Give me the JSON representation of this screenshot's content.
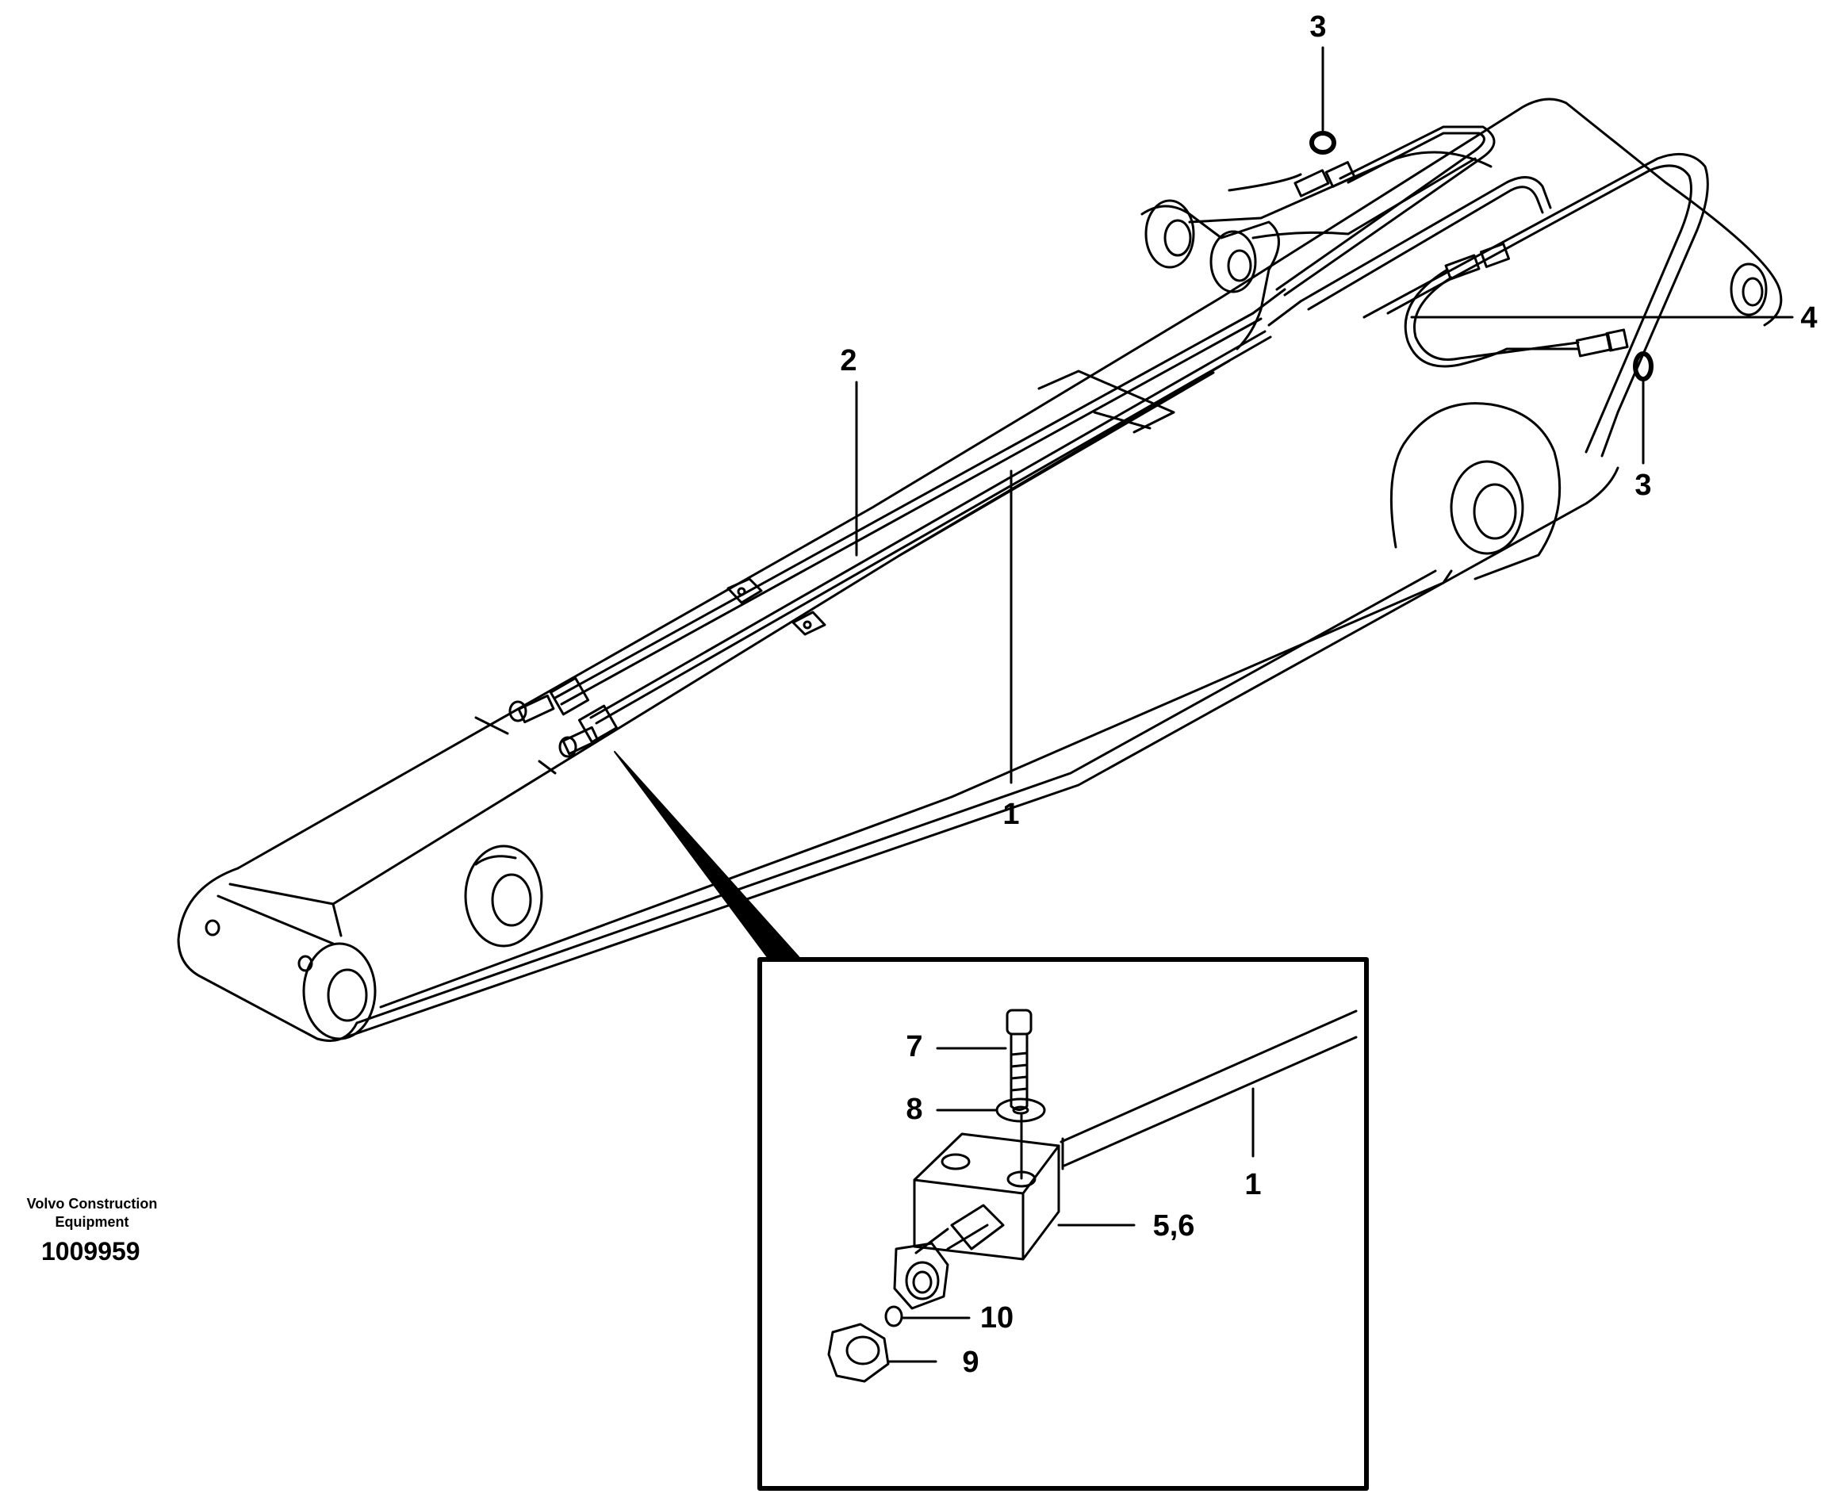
{
  "corporate": {
    "line1": "Volvo Construction",
    "line2": "Equipment",
    "reference_number": "1009959"
  },
  "callouts": {
    "c1_main": "1",
    "c2_main": "2",
    "c3_top": "3",
    "c3_right": "3",
    "c4_main": "4",
    "c7_inset": "7",
    "c8_inset": "8",
    "c56_inset": "5,6",
    "c1_inset": "1",
    "c10_inset": "10",
    "c9_inset": "9"
  },
  "colors": {
    "ink": "#000000",
    "paper": "#ffffff"
  }
}
